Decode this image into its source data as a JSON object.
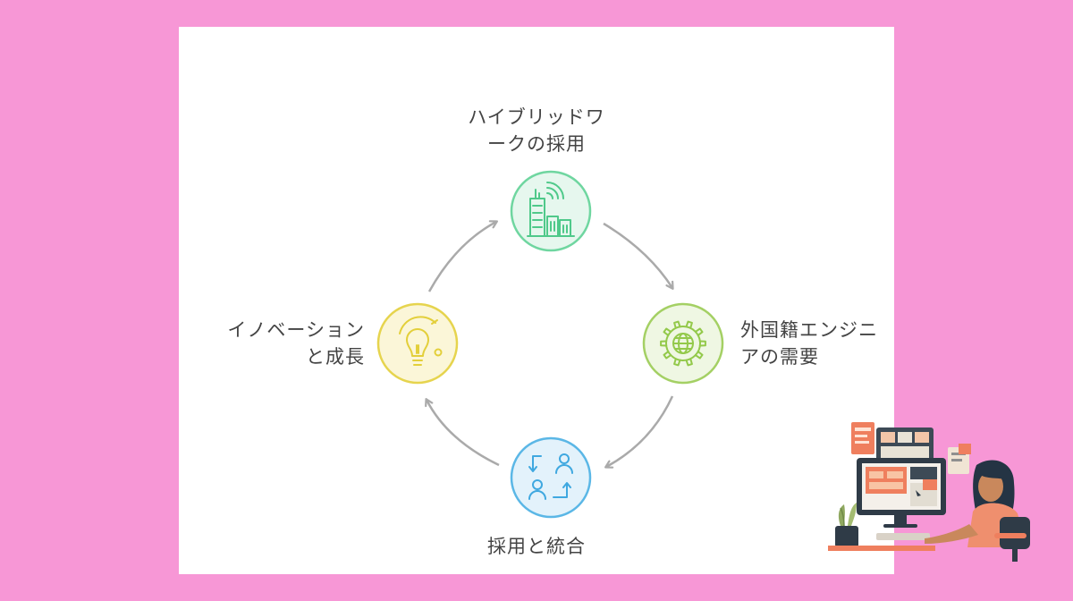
{
  "nodes": {
    "top": {
      "lines": [
        "ハイブリッドワ",
        "ークの採用"
      ],
      "icon": "city-buildings-wifi-icon",
      "color": "#4fc98a"
    },
    "right": {
      "lines": [
        "外国籍エンジニ",
        "アの需要"
      ],
      "icon": "globe-gear-icon",
      "color": "#93c94a"
    },
    "bottom": {
      "lines": [
        "採用と統合"
      ],
      "icon": "people-exchange-icon",
      "color": "#3fa8e0"
    },
    "left": {
      "lines": [
        "イノベーション",
        "と成長"
      ],
      "icon": "lightbulb-icon",
      "color": "#e3cf3a"
    }
  },
  "colors": {
    "background": "#f797d6",
    "card": "#ffffff",
    "arrow": "#aaaaaa",
    "text": "#444444"
  }
}
